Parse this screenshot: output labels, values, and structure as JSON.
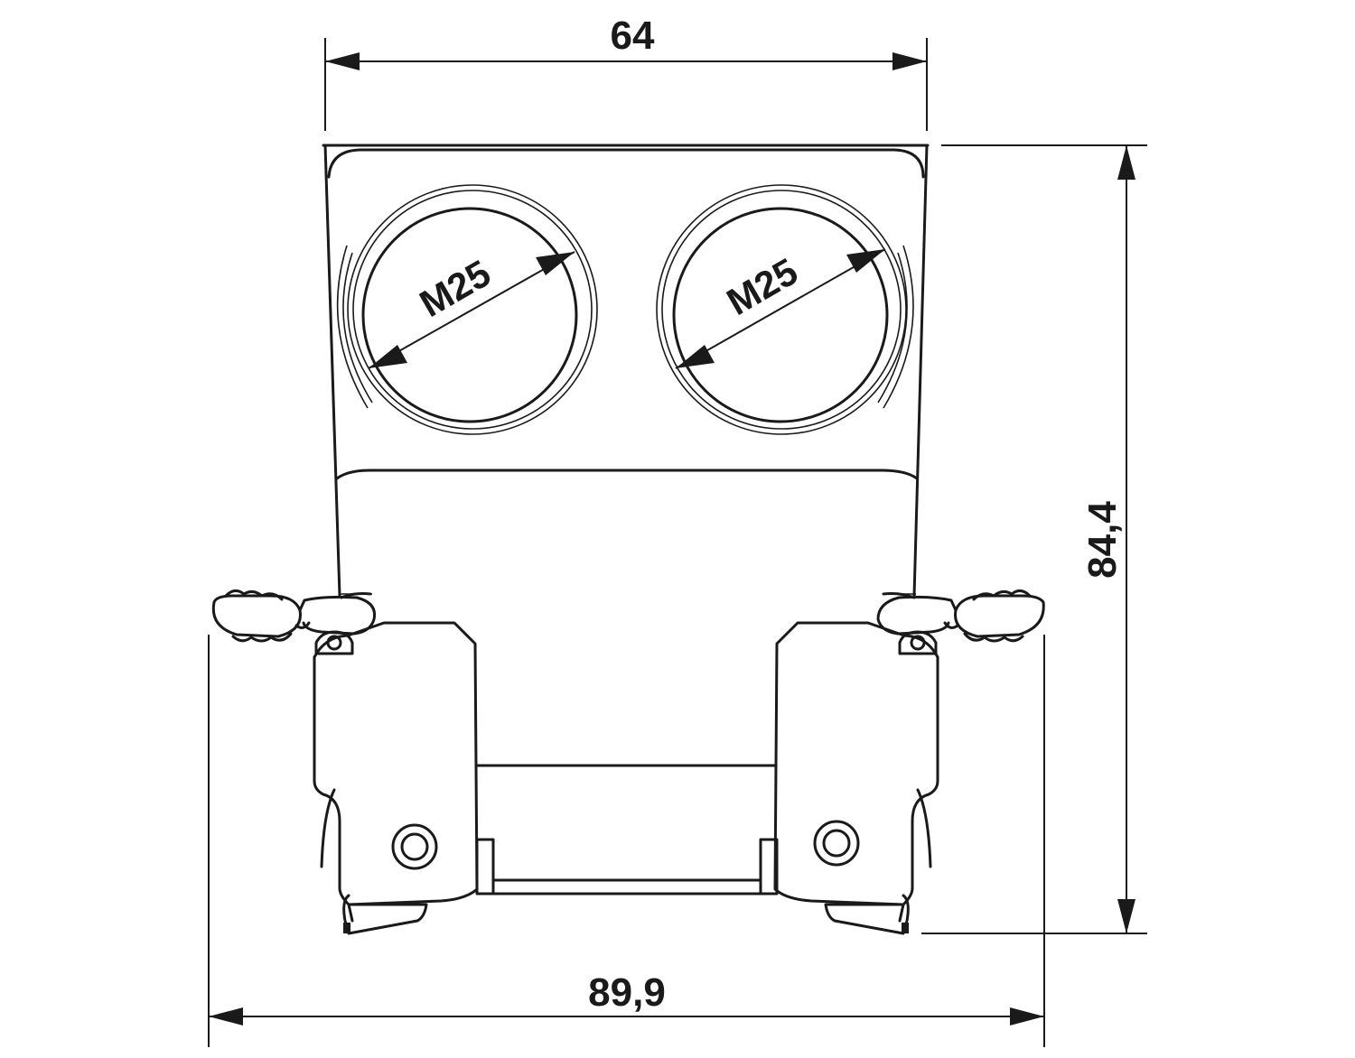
{
  "dimensions": {
    "top_width": "64",
    "height": "84,4",
    "bottom_width": "89,9"
  },
  "cable_entries": [
    {
      "thread": "M25"
    },
    {
      "thread": "M25"
    }
  ],
  "colors": {
    "line": "#1a1a1a",
    "background": "#ffffff"
  }
}
